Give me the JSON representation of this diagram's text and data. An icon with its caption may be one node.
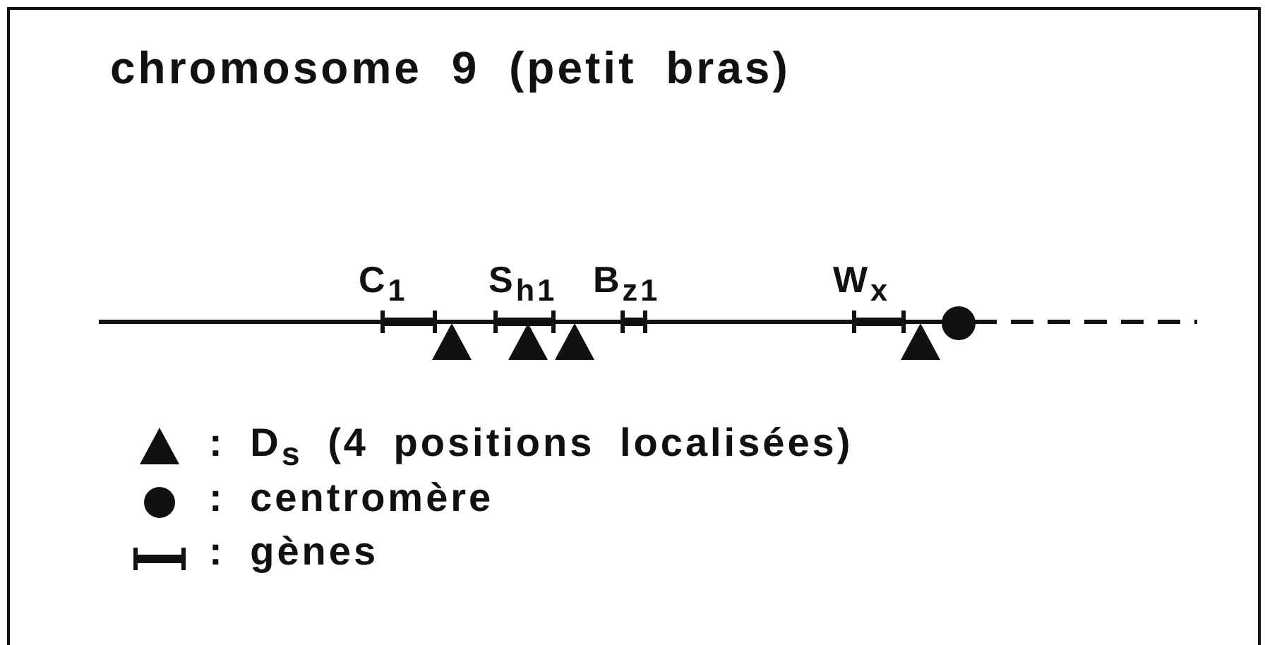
{
  "diagram": {
    "title": "chromosome 9 (petit bras)",
    "labels": [
      "C$_{1}$",
      "S$_{h1}$",
      "B$_{z1}$",
      "W$_{x}$"
    ],
    "legend": [
      {
        "text": ": D$_{s}$ (4 positions localisées)"
      },
      {
        "text": ": centromère"
      },
      {
        "text": ": gènes"
      }
    ]
  }
}
